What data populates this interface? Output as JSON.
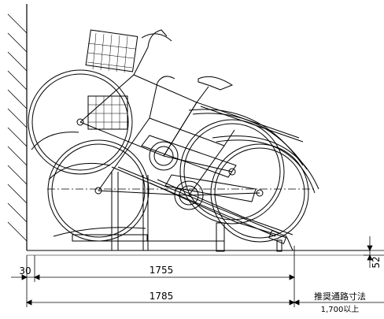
{
  "dimensions": {
    "wall_offset": "30",
    "rack_length": "1755",
    "total_length": "1785",
    "height": "52",
    "aisle_label": "推奨通路寸法",
    "aisle_value": "1,700以上"
  }
}
